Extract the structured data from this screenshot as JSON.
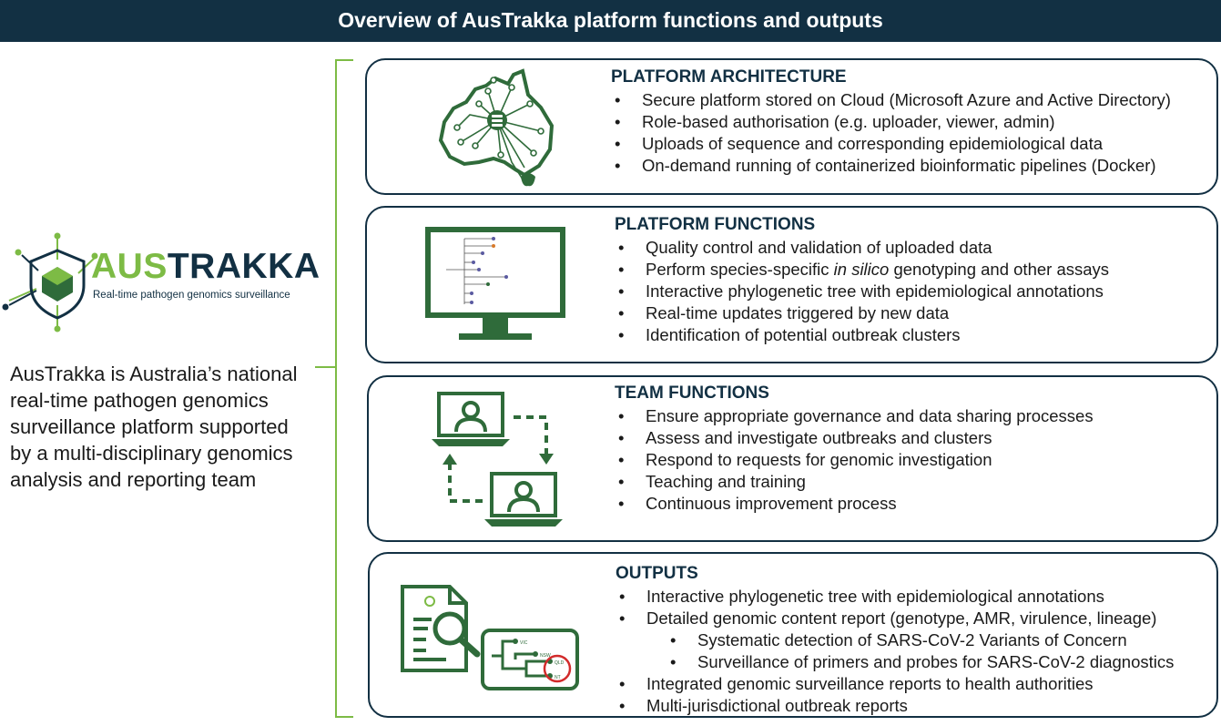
{
  "header": {
    "title": "Overview of AusTrakka platform functions and outputs"
  },
  "logo": {
    "brand_part1": "AUS",
    "brand_part2": "TRAKKA",
    "tagline": "Real-time pathogen genomics surveillance",
    "colors": {
      "green": "#7dbb45",
      "navy": "#123043"
    }
  },
  "description": "AusTrakka is Australia’s national real-time pathogen genomics surveillance platform supported by a multi-disciplinary genomics analysis and reporting team",
  "sections": [
    {
      "title": "PLATFORM ARCHITECTURE",
      "icon": "australia-network-icon",
      "bullets": [
        "Secure platform stored on Cloud (Microsoft Azure and Active Directory)",
        "Role-based authorisation (e.g. uploader, viewer, admin)",
        "Uploads of sequence and corresponding epidemiological data",
        "On-demand running of containerized bioinformatic pipelines (Docker)"
      ]
    },
    {
      "title": "PLATFORM FUNCTIONS",
      "icon": "monitor-tree-icon",
      "bullets": [
        "Quality control and validation of uploaded data",
        "Perform species-specific in silico genotyping and other assays",
        "Interactive phylogenetic tree with epidemiological annotations",
        "Real-time updates triggered by new data",
        "Identification of potential outbreak clusters"
      ],
      "italic_parts": {
        "b1_pre": "Perform species-specific ",
        "b1_em": "in silico",
        "b1_post": " genotyping and other assays"
      }
    },
    {
      "title": "TEAM FUNCTIONS",
      "icon": "team-laptops-icon",
      "bullets": [
        "Ensure appropriate governance and data sharing processes",
        "Assess and investigate outbreaks and clusters",
        "Respond to requests for genomic investigation",
        "Teaching and training",
        "Continuous improvement process"
      ]
    },
    {
      "title": "OUTPUTS",
      "icon": "report-magnifier-icon",
      "bullets": [
        "Interactive phylogenetic tree with epidemiological annotations",
        "Detailed genomic content report (genotype, AMR, virulence, lineage)",
        "Systematic detection of SARS-CoV-2 Variants of Concern",
        "Surveillance of primers and probes for SARS-CoV-2 diagnostics",
        "Integrated genomic surveillance reports to health authorities",
        "Multi-jurisdictional outbreak reports"
      ]
    }
  ],
  "tree_labels": {
    "vic": "VIC",
    "nsw": "NSW",
    "qld": "QLD",
    "nt": "NT"
  }
}
